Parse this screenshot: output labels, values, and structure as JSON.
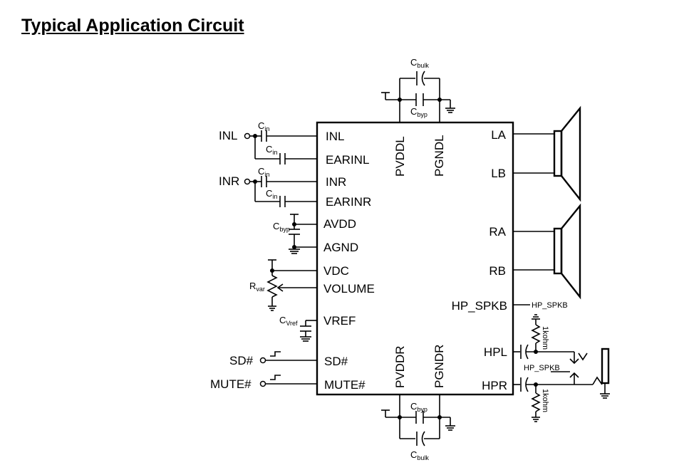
{
  "title": "Typical Application Circuit",
  "chip": {
    "left_pins": [
      "INL",
      "EARINL",
      "INR",
      "EARINR",
      "AVDD",
      "AGND",
      "VDC",
      "VOLUME",
      "VREF",
      "SD#",
      "MUTE#"
    ],
    "right_pins": [
      "LA",
      "LB",
      "RA",
      "RB",
      "HP_SPKB",
      "HPL",
      "HPR"
    ],
    "top_pins": [
      "PVDDL",
      "PGNDL"
    ],
    "bottom_pins": [
      "PVDDR",
      "PGNDR"
    ]
  },
  "inputs": {
    "inl": "INL",
    "inr": "INR",
    "sd": "SD#",
    "mute": "MUTE#"
  },
  "labels": {
    "c": "C",
    "bulk": "bulk",
    "byp": "byp",
    "in": "in",
    "r": "R",
    "var": "var",
    "vref": "Vref",
    "hp_spkb": "HP_SPKB",
    "hp_spkb_jack": "HP_SPKB",
    "kohm_top": "1kohm",
    "kohm_bottom": "1kohm"
  }
}
